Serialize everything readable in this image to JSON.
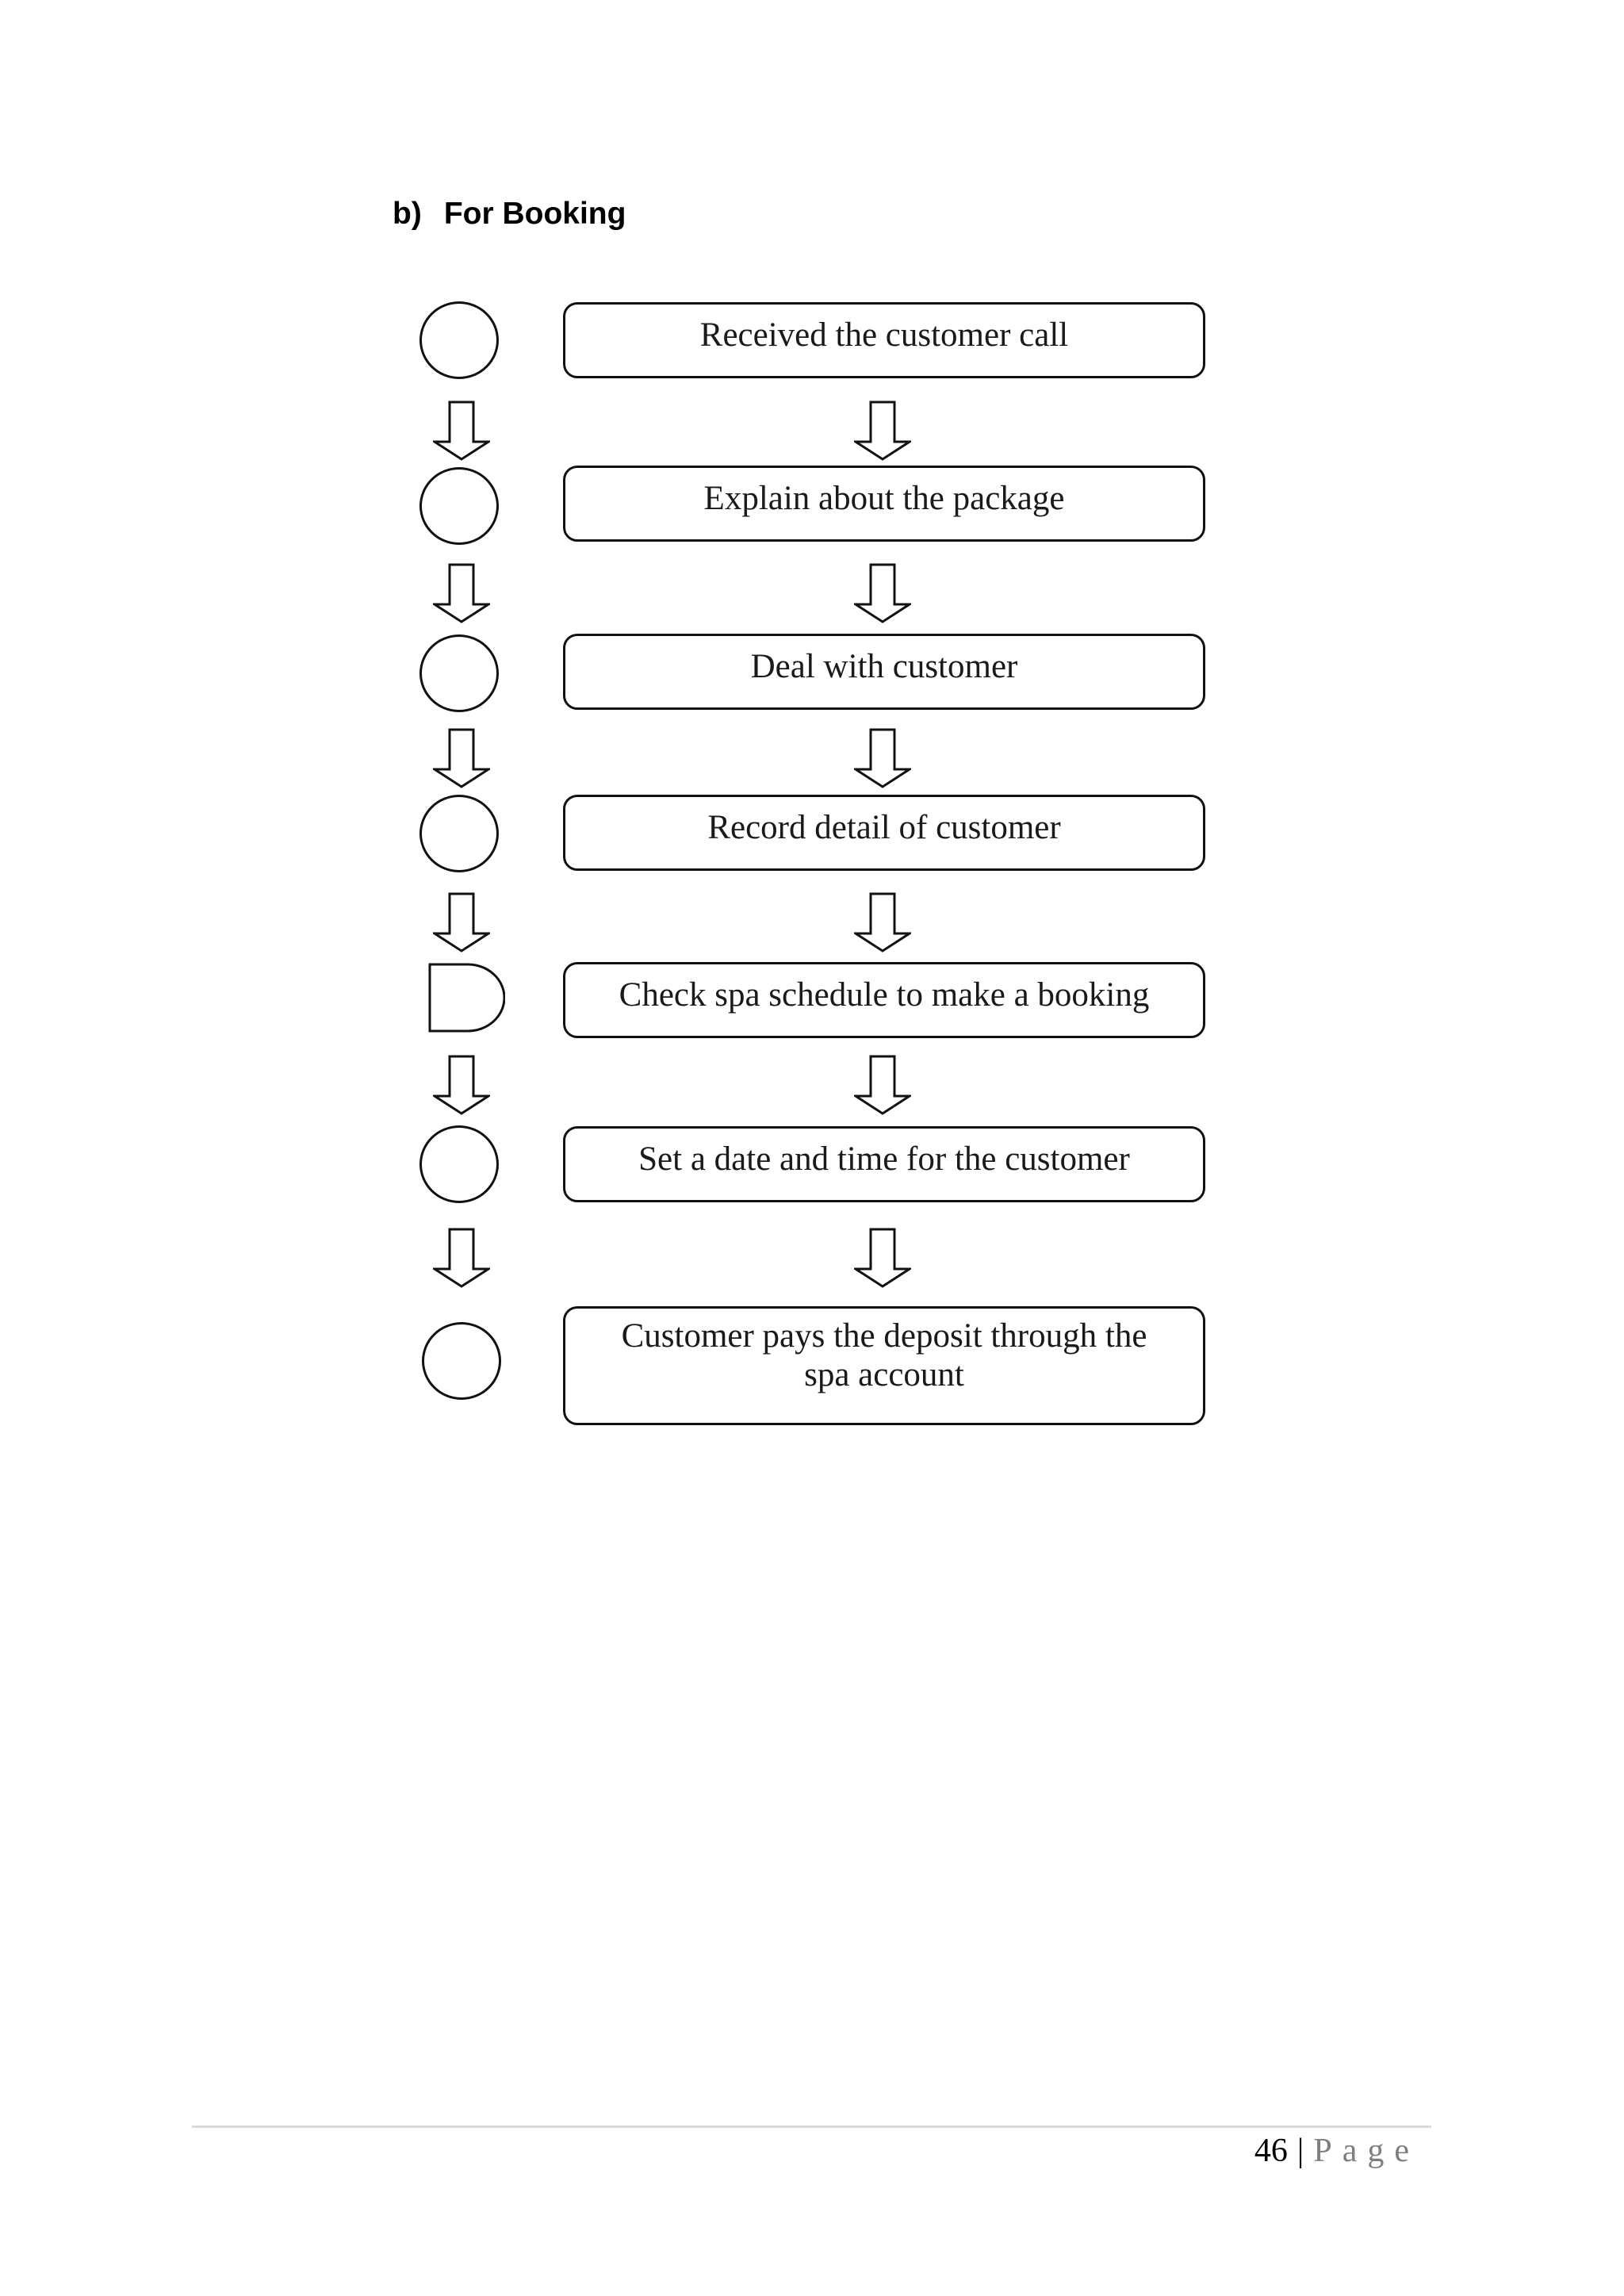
{
  "heading": {
    "marker": "b)",
    "title": "For Booking"
  },
  "flowchart": {
    "connector": "down-arrow",
    "rows": [
      {
        "symbol": "circle",
        "label": "Received the customer call"
      },
      {
        "symbol": "circle",
        "label": "Explain about the package"
      },
      {
        "symbol": "circle",
        "label": "Deal with customer"
      },
      {
        "symbol": "circle",
        "label": "Record detail of customer"
      },
      {
        "symbol": "delay",
        "label": "Check spa schedule to make a booking"
      },
      {
        "symbol": "circle",
        "label": "Set a date and time for the customer"
      },
      {
        "symbol": "circle",
        "label": "Customer pays the deposit through the spa account"
      }
    ]
  },
  "footer": {
    "page_number": "46",
    "separator": "|",
    "label": "Page"
  },
  "colors": {
    "shape_outline": "#111111",
    "text": "#1a1a1a",
    "divider": "#d9d9d9",
    "footer_label": "#7f7f7f"
  }
}
